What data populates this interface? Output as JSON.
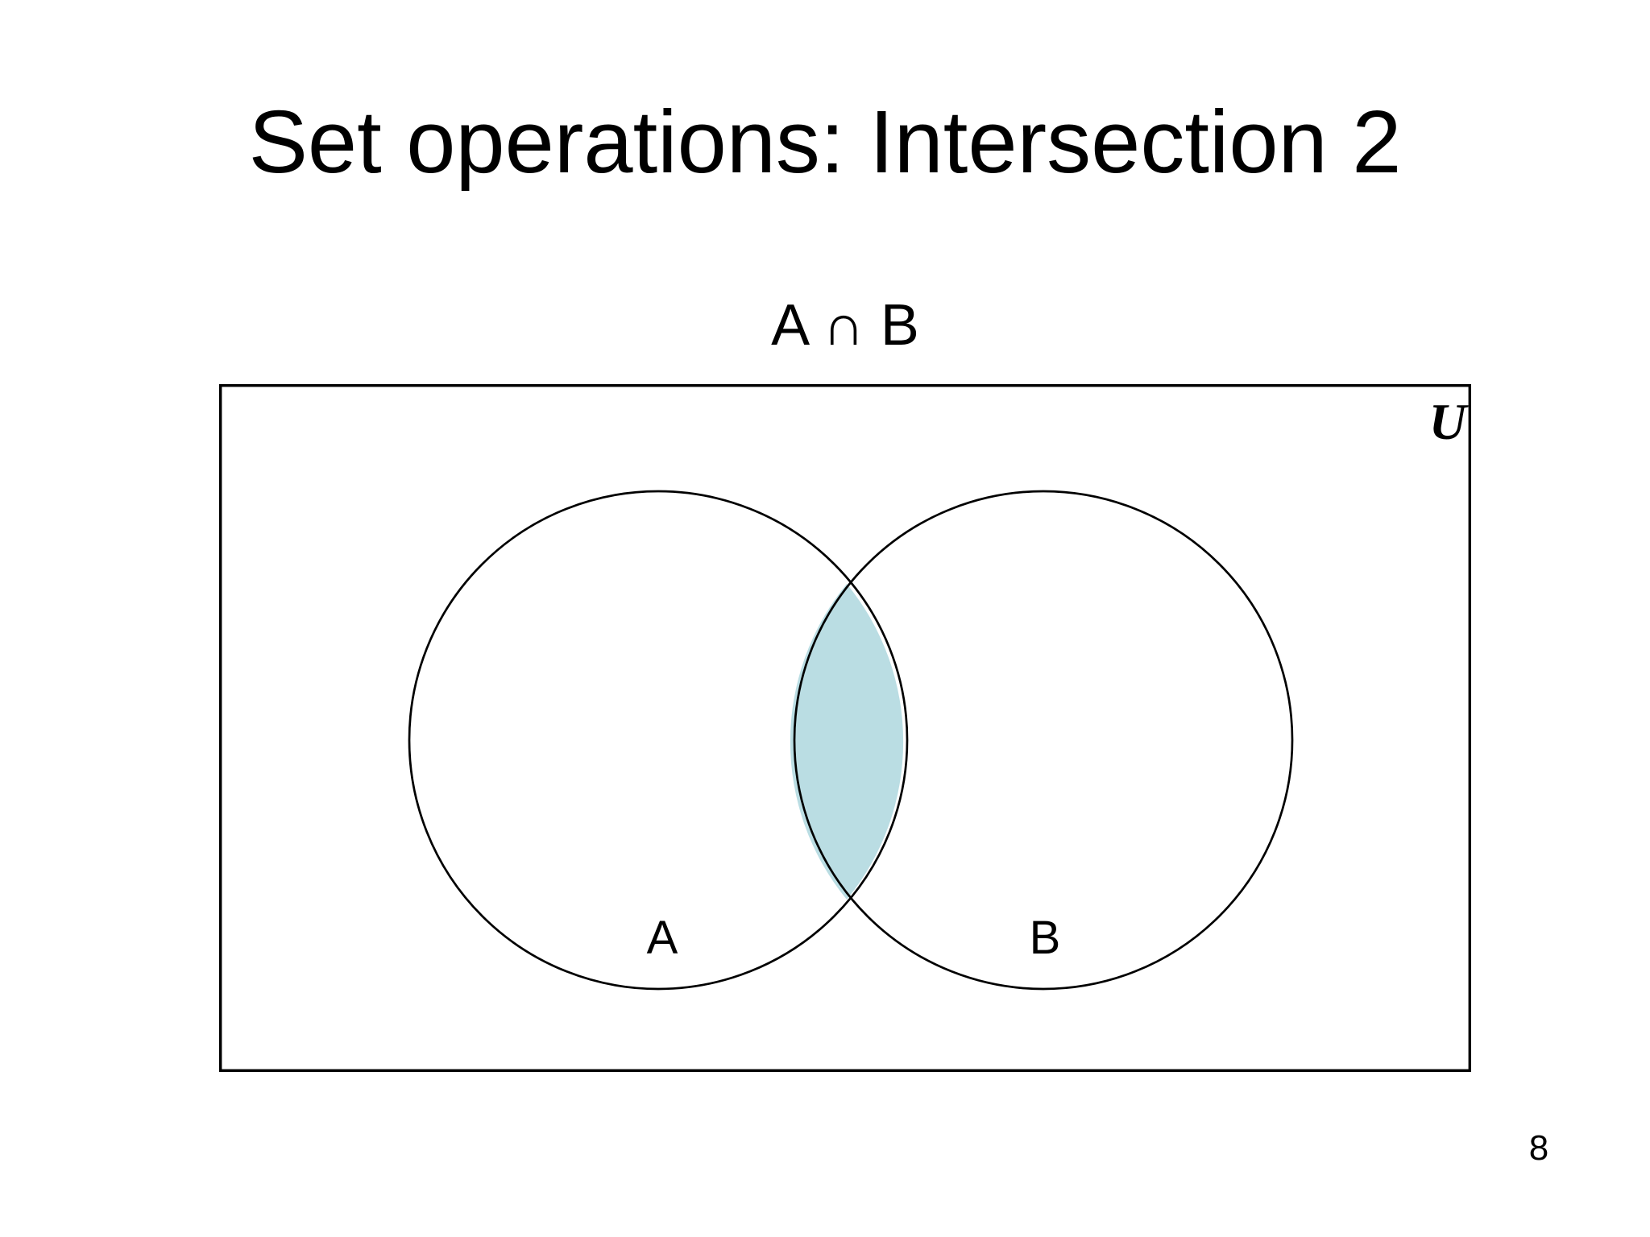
{
  "slide": {
    "title": "Set operations: Intersection 2",
    "page_number": "8"
  },
  "diagram": {
    "expression_label": "A ∩ B",
    "universe_label": "U",
    "set_a_label": "A",
    "set_b_label": "B",
    "intersection_fill_color": "#badde3",
    "outline_color": "#000000",
    "background_color": "#ffffff"
  }
}
